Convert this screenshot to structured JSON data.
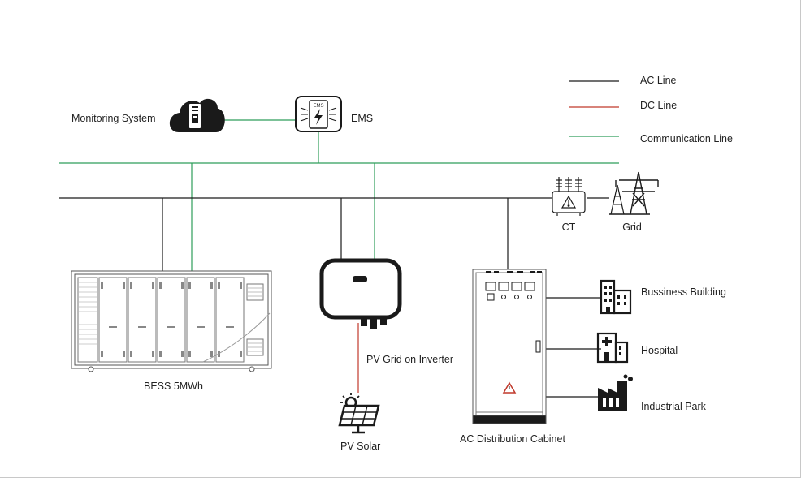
{
  "legend": {
    "ac_line": "AC Line",
    "dc_line": "DC Line",
    "communication_line": "Communication Line"
  },
  "nodes": {
    "monitoring_system": "Monitoring System",
    "ems": "EMS",
    "ems_icon_text": "EMS",
    "ct": "CT",
    "grid": "Grid",
    "bess": "BESS 5MWh",
    "inverter": "PV Grid on Inverter",
    "pv_solar": "PV Solar",
    "ac_cabinet": "AC Distribution Cabinet",
    "business_building": "Bussiness Building",
    "hospital": "Hospital",
    "industrial_park": "Industrial Park"
  },
  "colors": {
    "ac_line": "#1a1a1a",
    "dc_line": "#c0392b",
    "communication_line": "#2e9e5b",
    "icon": "#1a1a1a"
  },
  "icons": [
    "monitoring-cloud-icon",
    "ems-icon",
    "transformer-icon",
    "power-tower-icon",
    "bess-container-icon",
    "inverter-icon",
    "solar-panel-icon",
    "distribution-cabinet-icon",
    "business-building-icon",
    "hospital-icon",
    "factory-icon"
  ]
}
